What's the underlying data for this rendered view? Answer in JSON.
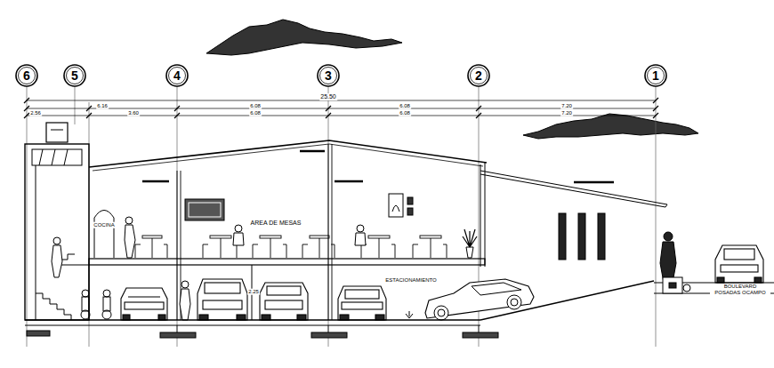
{
  "diagram": {
    "nodes": [
      {
        "text": [
          "6"
        ]
      },
      {
        "text": [
          "5"
        ]
      },
      {
        "text": [
          "4"
        ]
      },
      {
        "text": [
          "3"
        ]
      },
      {
        "text": [
          "2"
        ]
      },
      {
        "text": [
          "1"
        ]
      }
    ],
    "labels": [
      "25.50",
      "6.16",
      "6.08",
      "6.08",
      "7.20",
      "2.56",
      "3.60",
      "6.08",
      "6.08",
      "7.20",
      "COCINA",
      "AREA DE MESAS",
      "ESTACIONAMIENTO",
      "2.25",
      "BOULEVARD POSADAS OCAMPO"
    ]
  }
}
